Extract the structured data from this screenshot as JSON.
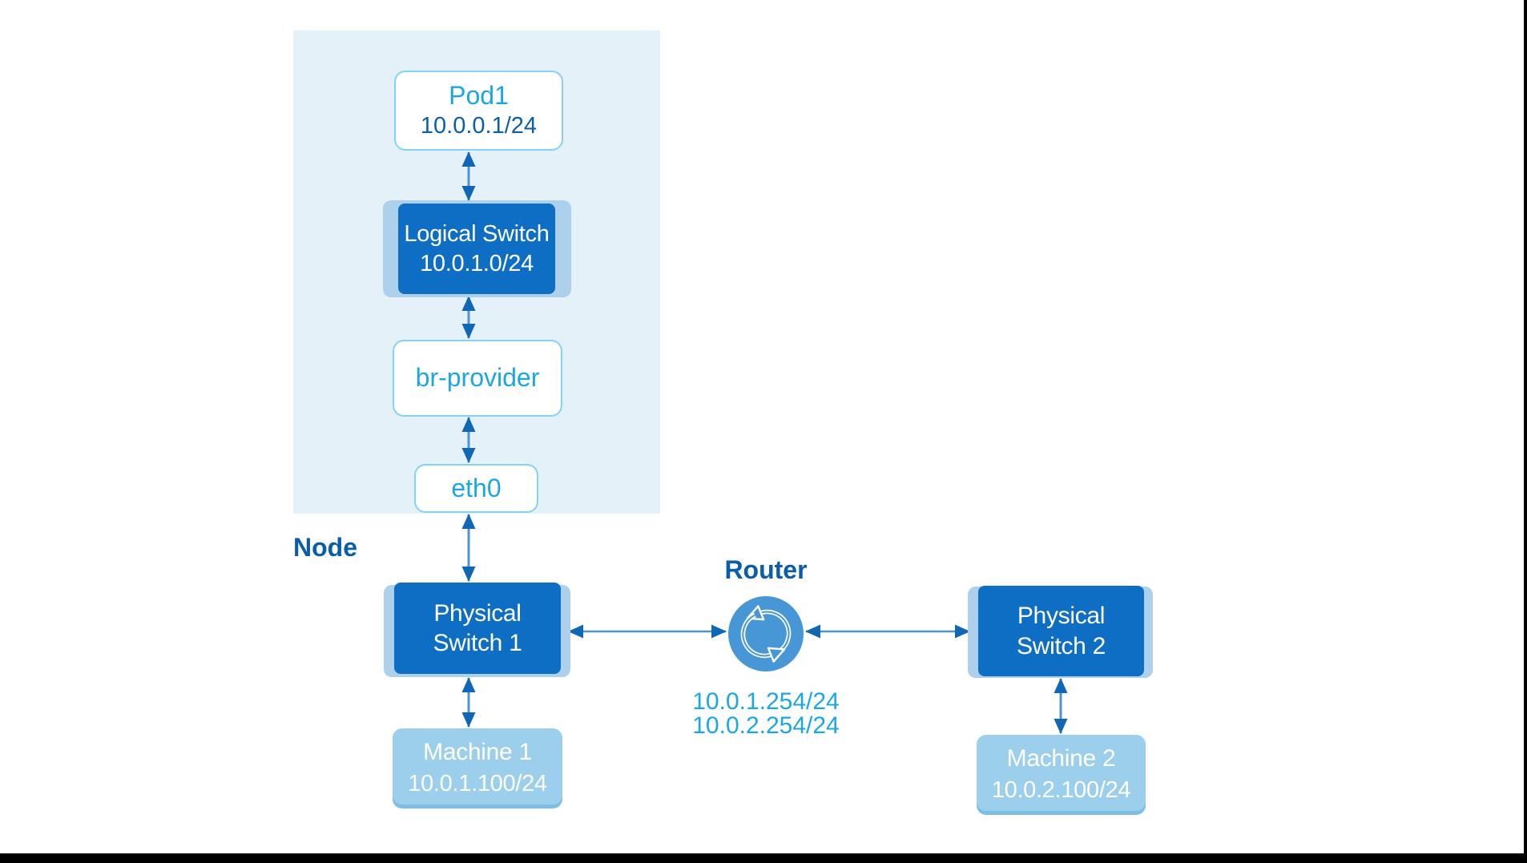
{
  "palette": {
    "container_bg": "#E4F1F9",
    "primary_blue": "#0E6EC4",
    "shadow_blue": "#ADD0EC",
    "machine_blue": "#9CCFEB",
    "machine_shadow": "#7EBEE3",
    "cyan_text": "#1AA7E4",
    "ip_text_blue": "#0B5FA9",
    "label_blue": "#0A5EA9",
    "arrow_shaft": "#4D94D6",
    "arrow_head": "#0F67B6",
    "router_circle": "#4796D5",
    "white_box_border": "#84D3F4",
    "edge_bar": "#000000"
  },
  "node_group": {
    "label": "Node",
    "pod": {
      "name": "Pod1",
      "ip": "10.0.0.1/24"
    },
    "logical_switch": {
      "name": "Logical Switch",
      "subnet": "10.0.1.0/24"
    },
    "bridge": {
      "name": "br-provider"
    },
    "nic": {
      "name": "eth0"
    }
  },
  "physical_switch_1": {
    "name": "Physical Switch 1"
  },
  "machine_1": {
    "name": "Machine 1",
    "ip": "10.0.1.100/24"
  },
  "router": {
    "label": "Router",
    "icon": "cycle-arrows-icon",
    "ip_1": "10.0.1.254/24",
    "ip_2": "10.0.2.254/24"
  },
  "physical_switch_2": {
    "name": "Physical Switch 2"
  },
  "machine_2": {
    "name": "Machine 2",
    "ip": "10.0.2.100/24"
  }
}
